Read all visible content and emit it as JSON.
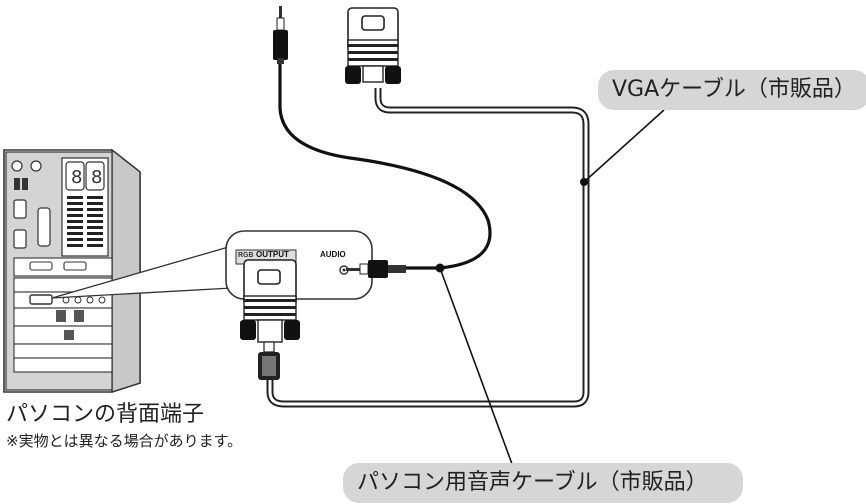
{
  "labels": {
    "vga_cable": "VGAケーブル（市販品）",
    "audio_cable": "パソコン用音声ケーブル（市販品）",
    "pc_rear": "パソコンの背面端子",
    "note": "※実物とは異なる場合があります。"
  },
  "panel": {
    "rgb": "RGB",
    "output": "OUTPUT",
    "audio": "AUDIO"
  }
}
